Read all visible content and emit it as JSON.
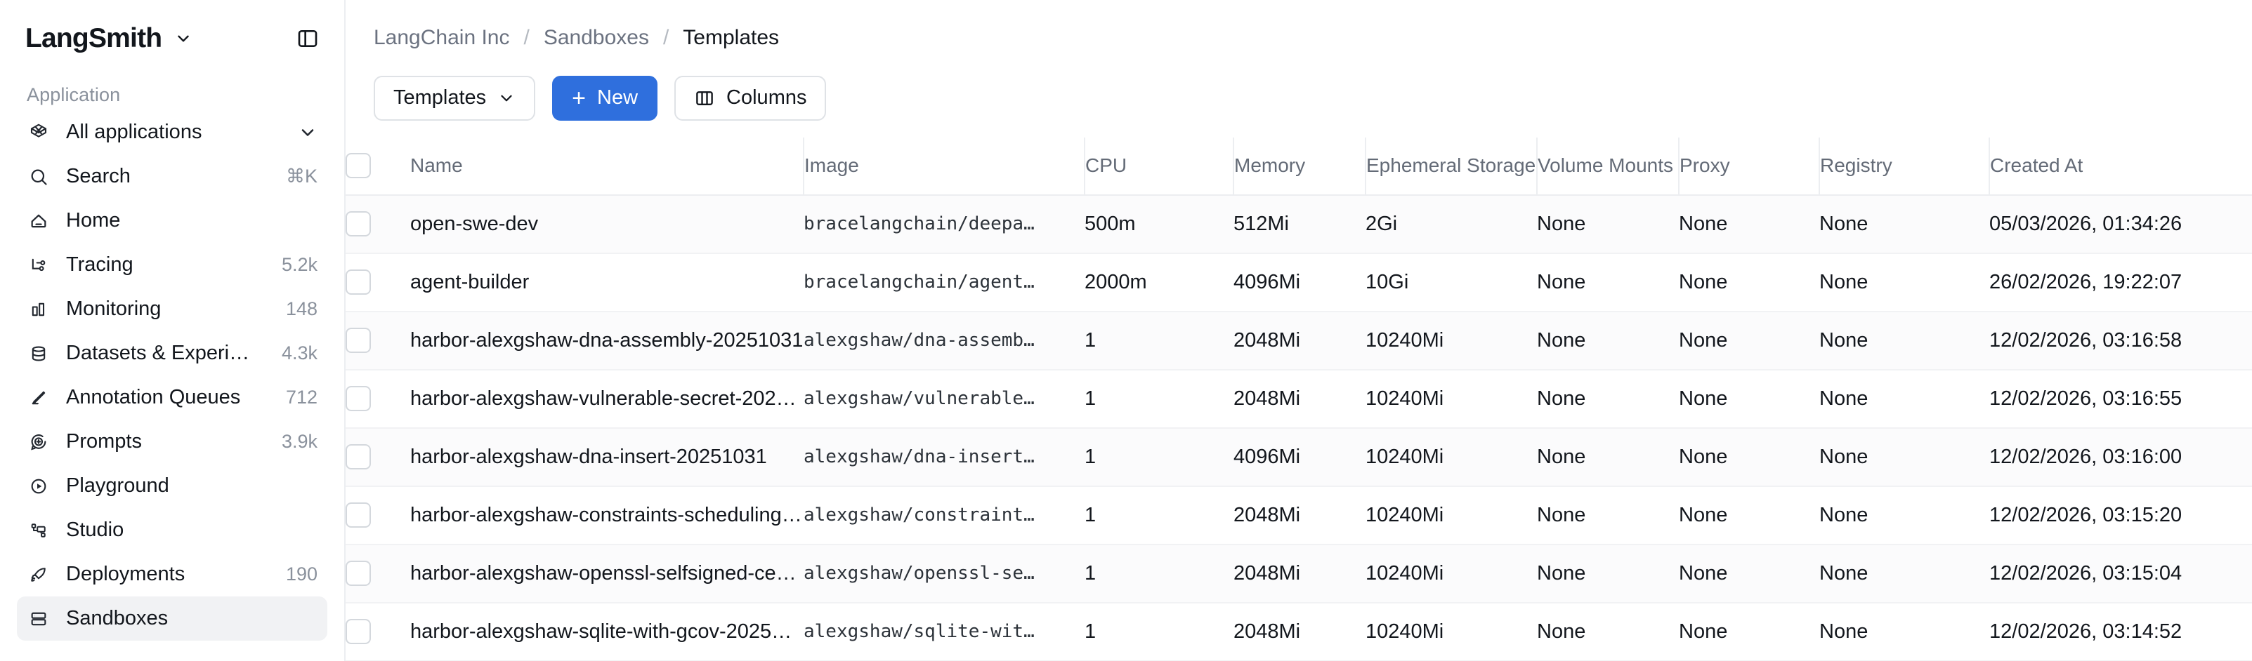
{
  "sidebar": {
    "brand": "LangSmith",
    "brand_chevron_icon": "chevron-down-icon",
    "panel_toggle_icon": "sidebar-toggle-icon",
    "section_label": "Application",
    "items": [
      {
        "label": "All applications",
        "meta": "",
        "icon": "cube-icon",
        "trailing_icon": "chevron-down-icon",
        "active": false
      },
      {
        "label": "Search",
        "meta": "⌘K",
        "icon": "search-icon",
        "active": false
      },
      {
        "label": "Home",
        "meta": "",
        "icon": "home-icon",
        "active": false
      },
      {
        "label": "Tracing",
        "meta": "5.2k",
        "icon": "tracing-icon",
        "active": false
      },
      {
        "label": "Monitoring",
        "meta": "148",
        "icon": "bar-chart-icon",
        "active": false
      },
      {
        "label": "Datasets & Experiments",
        "meta": "4.3k",
        "icon": "database-icon",
        "active": false
      },
      {
        "label": "Annotation Queues",
        "meta": "712",
        "icon": "pencil-icon",
        "active": false
      },
      {
        "label": "Prompts",
        "meta": "3.9k",
        "icon": "prompt-bubble-icon",
        "active": false
      },
      {
        "label": "Playground",
        "meta": "",
        "icon": "play-circle-icon",
        "active": false
      },
      {
        "label": "Studio",
        "meta": "",
        "icon": "studio-nodes-icon",
        "active": false
      },
      {
        "label": "Deployments",
        "meta": "190",
        "icon": "rocket-icon",
        "active": false
      },
      {
        "label": "Sandboxes",
        "meta": "",
        "icon": "server-icon",
        "active": true
      }
    ]
  },
  "breadcrumb": {
    "separator": "/",
    "items": [
      {
        "label": "LangChain Inc",
        "current": false
      },
      {
        "label": "Sandboxes",
        "current": false
      },
      {
        "label": "Templates",
        "current": true
      }
    ]
  },
  "toolbar": {
    "filter_label": "Templates",
    "filter_chevron_icon": "chevron-down-icon",
    "new_label": "New",
    "new_plus_icon": "plus-icon",
    "columns_label": "Columns",
    "columns_icon": "columns-icon",
    "primary_color": "#2f6fdd"
  },
  "table": {
    "select_all_icon": "checkbox-icon",
    "columns": [
      "Name",
      "Image",
      "CPU",
      "Memory",
      "Ephemeral Storage",
      "Volume Mounts",
      "Proxy",
      "Registry",
      "Created At"
    ],
    "rows": [
      {
        "name": "open-swe-dev",
        "image": "bracelangchain/deepa…",
        "cpu": "500m",
        "memory": "512Mi",
        "ephemeral_storage": "2Gi",
        "volume_mounts": "None",
        "proxy": "None",
        "registry": "None",
        "created_at": "05/03/2026, 01:34:26"
      },
      {
        "name": "agent-builder",
        "image": "bracelangchain/agent…",
        "cpu": "2000m",
        "memory": "4096Mi",
        "ephemeral_storage": "10Gi",
        "volume_mounts": "None",
        "proxy": "None",
        "registry": "None",
        "created_at": "26/02/2026, 19:22:07"
      },
      {
        "name": "harbor-alexgshaw-dna-assembly-20251031",
        "image": "alexgshaw/dna-assemb…",
        "cpu": "1",
        "memory": "2048Mi",
        "ephemeral_storage": "10240Mi",
        "volume_mounts": "None",
        "proxy": "None",
        "registry": "None",
        "created_at": "12/02/2026, 03:16:58"
      },
      {
        "name": "harbor-alexgshaw-vulnerable-secret-202…",
        "image": "alexgshaw/vulnerable…",
        "cpu": "1",
        "memory": "2048Mi",
        "ephemeral_storage": "10240Mi",
        "volume_mounts": "None",
        "proxy": "None",
        "registry": "None",
        "created_at": "12/02/2026, 03:16:55"
      },
      {
        "name": "harbor-alexgshaw-dna-insert-20251031",
        "image": "alexgshaw/dna-insert…",
        "cpu": "1",
        "memory": "4096Mi",
        "ephemeral_storage": "10240Mi",
        "volume_mounts": "None",
        "proxy": "None",
        "registry": "None",
        "created_at": "12/02/2026, 03:16:00"
      },
      {
        "name": "harbor-alexgshaw-constraints-scheduling…",
        "image": "alexgshaw/constraint…",
        "cpu": "1",
        "memory": "2048Mi",
        "ephemeral_storage": "10240Mi",
        "volume_mounts": "None",
        "proxy": "None",
        "registry": "None",
        "created_at": "12/02/2026, 03:15:20"
      },
      {
        "name": "harbor-alexgshaw-openssl-selfsigned-ce…",
        "image": "alexgshaw/openssl-se…",
        "cpu": "1",
        "memory": "2048Mi",
        "ephemeral_storage": "10240Mi",
        "volume_mounts": "None",
        "proxy": "None",
        "registry": "None",
        "created_at": "12/02/2026, 03:15:04"
      },
      {
        "name": "harbor-alexgshaw-sqlite-with-gcov-2025…",
        "image": "alexgshaw/sqlite-wit…",
        "cpu": "1",
        "memory": "2048Mi",
        "ephemeral_storage": "10240Mi",
        "volume_mounts": "None",
        "proxy": "None",
        "registry": "None",
        "created_at": "12/02/2026, 03:14:52"
      }
    ]
  }
}
